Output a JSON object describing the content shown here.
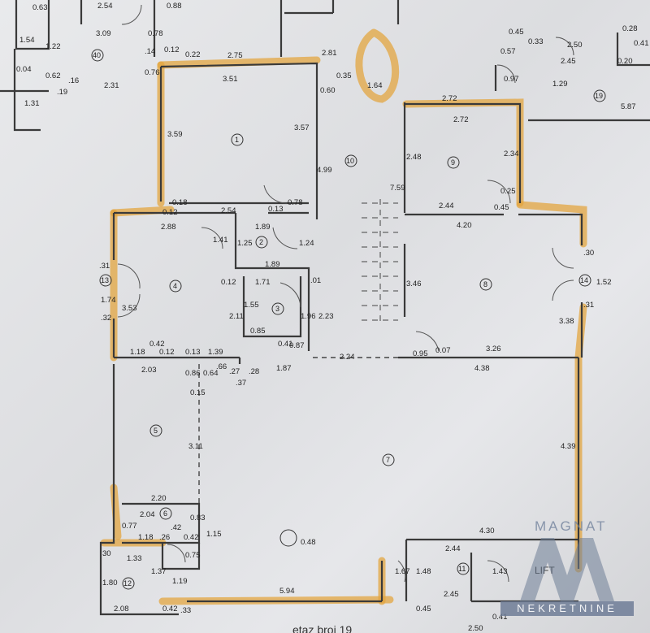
{
  "plan": {
    "dims": {
      "d_063": "0.63",
      "d_254_top": "2.54",
      "d_309": "3.09",
      "d_028_top": "0.28",
      "d_088": "0.88",
      "d_033": ".33",
      "d_154": "1.54",
      "d_122": "1.22",
      "d_004": "0.04",
      "d_062": "0.62",
      "d_016": ".16",
      "d_019": ".19",
      "d_231": "2.31",
      "d_131": "1.31",
      "d_014": ".14",
      "d_012_top": "0.12",
      "d_022": "0.22",
      "d_076": "0.76",
      "d_078_top": "0.78",
      "d_275": "2.75",
      "d_281": "2.81",
      "d_035": "0.35",
      "d_351": "3.51",
      "d_060": "0.60",
      "d_164": "1.64",
      "d_359": "3.59",
      "d_357": "3.57",
      "d_499": "4.99",
      "d_759": "7.59",
      "d_045": "0.45",
      "d_033b": "0.33",
      "d_057": "0.57",
      "d_250_tr": "2.50",
      "d_028_tr": "0.28",
      "d_041": "0.41",
      "d_245_tr": "2.45",
      "d_020": "0.20",
      "d_097": "0.97",
      "d_129": "1.29",
      "d_587": "5.87",
      "d_272a": "2.72",
      "d_272b": "2.72",
      "d_248": "2.48",
      "d_234": "2.34",
      "d_025": "0.25",
      "d_244": "2.44",
      "d_045b": "0.45",
      "d_420": "4.20",
      "d_018": "0.18",
      "d_012b": "0.12",
      "d_254": "2.54",
      "d_013": "0.13",
      "d_078": "0.78",
      "d_288": "2.88",
      "d_189a": "1.89",
      "d_141": "1.41",
      "d_125": "1.25",
      "d_124": "1.24",
      "d_189b": "1.89",
      "d_171": "1.71",
      "d_001": ".01",
      "d_012c": "0.12",
      "d_155": "1.55",
      "d_211": "2.11",
      "d_196": "1.96",
      "d_223": "2.23",
      "d_085": "0.85",
      "d_041b": "0.41",
      "d_087": "0.87",
      "d_031": ".31",
      "d_174": "1.74",
      "d_353": "3.53",
      "d_032": ".32",
      "d_346": "3.46",
      "d_030": ".30",
      "d_152": "1.52",
      "d_031b": ".31",
      "d_338": "3.38",
      "d_118": "1.18",
      "d_042": "0.42",
      "d_012d": "0.12",
      "d_013b": "0.13",
      "d_139": "1.39",
      "d_224": "2.24",
      "d_095": "0.95",
      "d_007": "0.07",
      "d_326": "3.26",
      "d_203": "2.03",
      "d_086": "0.86",
      "d_064": "0.64",
      "d_066": ".66",
      "d_027": ".27",
      "d_028": ".28",
      "d_037": ".37",
      "d_187": "1.87",
      "d_438": "4.38",
      "d_015": "0.15",
      "d_311": "3.11",
      "d_439": "4.39",
      "d_220": "2.20",
      "d_204": "2.04",
      "d_083": "0.83",
      "d_077": "0.77",
      "d_042b": ".42",
      "d_118b": "1.18",
      "d_026": ".26",
      "d_042c": "0.42",
      "d_115": "1.15",
      "d_030b": "30",
      "d_133": "1.33",
      "d_075": "0.75",
      "d_137": "1.37",
      "d_180": "1.80",
      "d_119": "1.19",
      "d_208": "2.08",
      "d_042d": "0.42",
      "d_033c": ".33",
      "d_594": "5.94",
      "d_048": "0.48",
      "d_430": "4.30",
      "d_244b": "2.44",
      "d_167": "1.67",
      "d_148": "1.48",
      "d_143": "1.43",
      "d_245": "2.45",
      "d_045c": "0.45",
      "d_250": "2.50",
      "d_041c": "0.41"
    },
    "rooms": {
      "r1": "1",
      "r2": "2",
      "r3": "3",
      "r4": "4",
      "r5": "5",
      "r6": "6",
      "r7": "7",
      "r8": "8",
      "r9": "9",
      "r10": "10",
      "r11": "11",
      "r12": "12",
      "r13": "13",
      "r14": "14",
      "r19": "19",
      "r40": "40"
    },
    "lift_label": "LIFT",
    "footer_text": "etaz broj 19"
  },
  "logo": {
    "top": "MAGNAT",
    "bottom": "NEKRETNINE"
  },
  "colors": {
    "highlight": "#e3a640",
    "wall": "#3a3a3a",
    "logo": "#6e7d96"
  }
}
